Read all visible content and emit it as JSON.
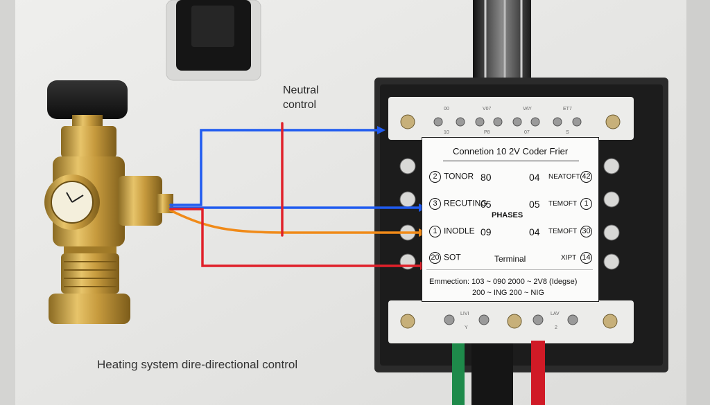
{
  "colors": {
    "wall": "#e8e8e6",
    "brass": "#c9a24a",
    "box": "#2b2b2b",
    "wire_blue": "#1f5bf0",
    "wire_red": "#e0202a",
    "wire_orange": "#f08a18"
  },
  "captions": {
    "neutral_line1": "Neutral",
    "neutral_line2": "control",
    "bottom": "Heating system dire-directional control"
  },
  "terminal_label": {
    "header": "Connetion 10   2V  Coder Frier",
    "rows": [
      {
        "left_num": "2",
        "left_name": "TONOR",
        "mid_left": "80",
        "mid_right": "04",
        "right_name": "NEATOFT",
        "right_num": "42"
      },
      {
        "left_num": "3",
        "left_name": "RECUTING",
        "mid_left": "05",
        "mid_right": "05",
        "right_name": "TEMOFT",
        "right_num": "1"
      },
      {
        "left_num": "1",
        "left_name": "INODLE",
        "mid_left": "09",
        "mid_right": "04",
        "right_name": "TEMOFT",
        "right_num": "30"
      },
      {
        "left_num": "20",
        "left_name": "SOT",
        "mid_left": "",
        "mid_right": "",
        "right_name": "XIPT",
        "right_num": "14"
      }
    ],
    "phases": "PHASES",
    "terminal": "Terminal",
    "footer_line1": "Emmection:  103 ~ 090      2000 ~ 2V8  (Idegse)",
    "footer_line2": "200 ~ ING      200 ~ NIG"
  },
  "top_strip_labels": [
    "00",
    "10",
    "V07",
    "P8",
    "VAY",
    "07",
    "ET7",
    "S"
  ],
  "bottom_strip_labels": [
    "LIVI",
    "Y",
    "LAV",
    "2"
  ]
}
